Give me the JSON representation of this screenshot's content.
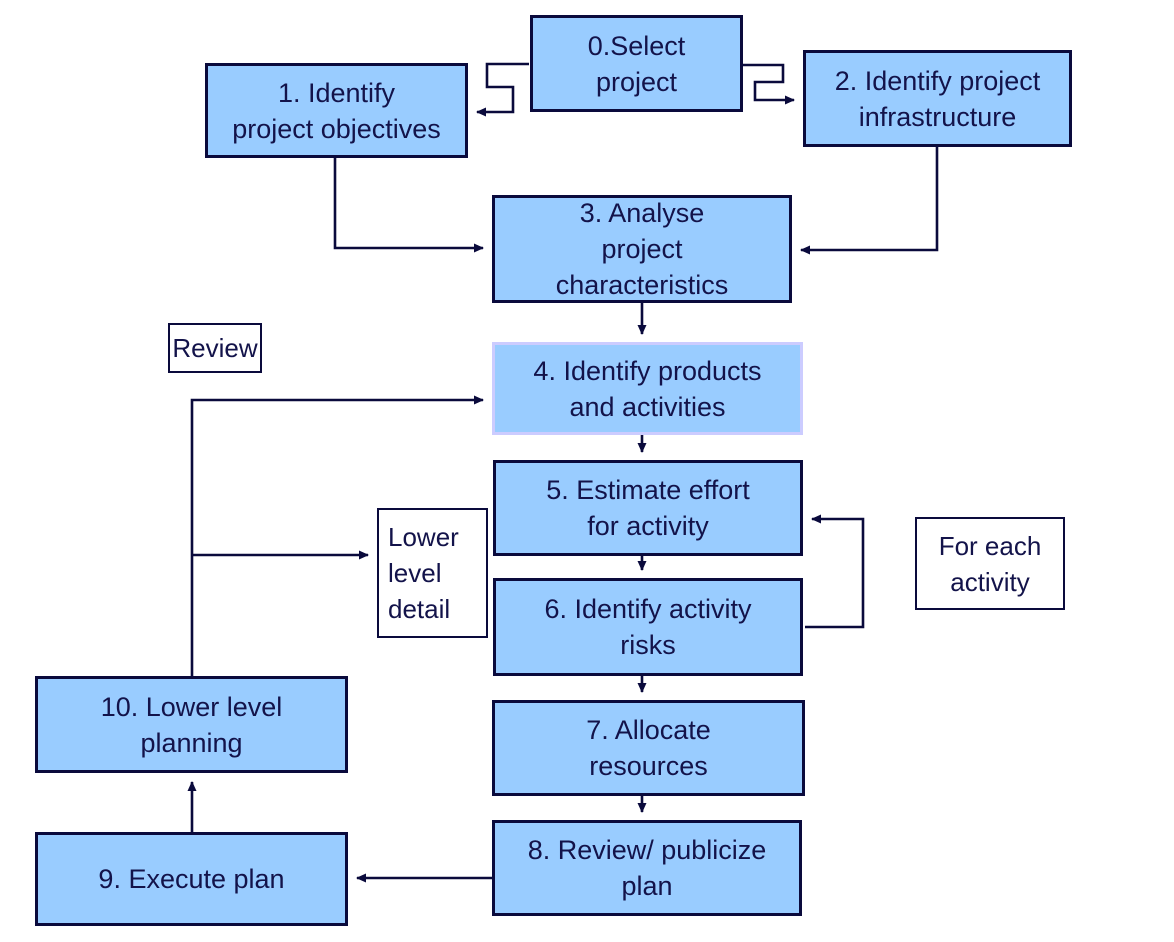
{
  "diagram": {
    "nodes": {
      "n0": {
        "label": "0.Select\nproject"
      },
      "n1": {
        "label": "1. Identify\nproject objectives"
      },
      "n2": {
        "label": "2. Identify project\ninfrastructure"
      },
      "n3": {
        "label": "3. Analyse\nproject\ncharacteristics"
      },
      "n4": {
        "label": "4. Identify products\nand activities"
      },
      "n5": {
        "label": "5. Estimate effort\nfor activity"
      },
      "n6": {
        "label": "6. Identify activity\nrisks"
      },
      "n7": {
        "label": "7. Allocate\nresources"
      },
      "n8": {
        "label": "8. Review/ publicize\nplan"
      },
      "n9": {
        "label": "9. Execute plan"
      },
      "n10": {
        "label": "10. Lower level\nplanning"
      }
    },
    "annotations": {
      "review": {
        "label": "Review"
      },
      "lower_level": {
        "label": "Lower\nlevel\ndetail"
      },
      "for_each": {
        "label": "For each\nactivity"
      }
    },
    "edges": [
      {
        "from": "0.Select project",
        "to": "1. Identify project objectives"
      },
      {
        "from": "0.Select project",
        "to": "2. Identify project infrastructure"
      },
      {
        "from": "1. Identify project objectives",
        "to": "3. Analyse project characteristics"
      },
      {
        "from": "2. Identify project infrastructure",
        "to": "3. Analyse project characteristics"
      },
      {
        "from": "3. Analyse project characteristics",
        "to": "4. Identify products and activities"
      },
      {
        "from": "4. Identify products and activities",
        "to": "5. Estimate effort for activity"
      },
      {
        "from": "5. Estimate effort for activity",
        "to": "6. Identify activity risks"
      },
      {
        "from": "6. Identify activity risks",
        "to": "5. Estimate effort for activity",
        "note": "For each activity"
      },
      {
        "from": "6. Identify activity risks",
        "to": "7. Allocate resources"
      },
      {
        "from": "7. Allocate resources",
        "to": "8. Review/ publicize plan"
      },
      {
        "from": "8. Review/ publicize plan",
        "to": "9. Execute plan"
      },
      {
        "from": "9. Execute plan",
        "to": "10. Lower level planning"
      },
      {
        "from": "10. Lower level planning",
        "to": "4. Identify products and activities",
        "note": "Review"
      },
      {
        "from": "10. Lower level planning",
        "to": "Lower level detail",
        "note": "branch"
      }
    ],
    "colors": {
      "background": "#FFFFFF",
      "node_fill": "#99CCFF",
      "node_border": "#0A0A3C",
      "highlight_border": "#CCCCFF",
      "text": "#13134A",
      "annotation_fill": "#FFFFFF"
    }
  }
}
